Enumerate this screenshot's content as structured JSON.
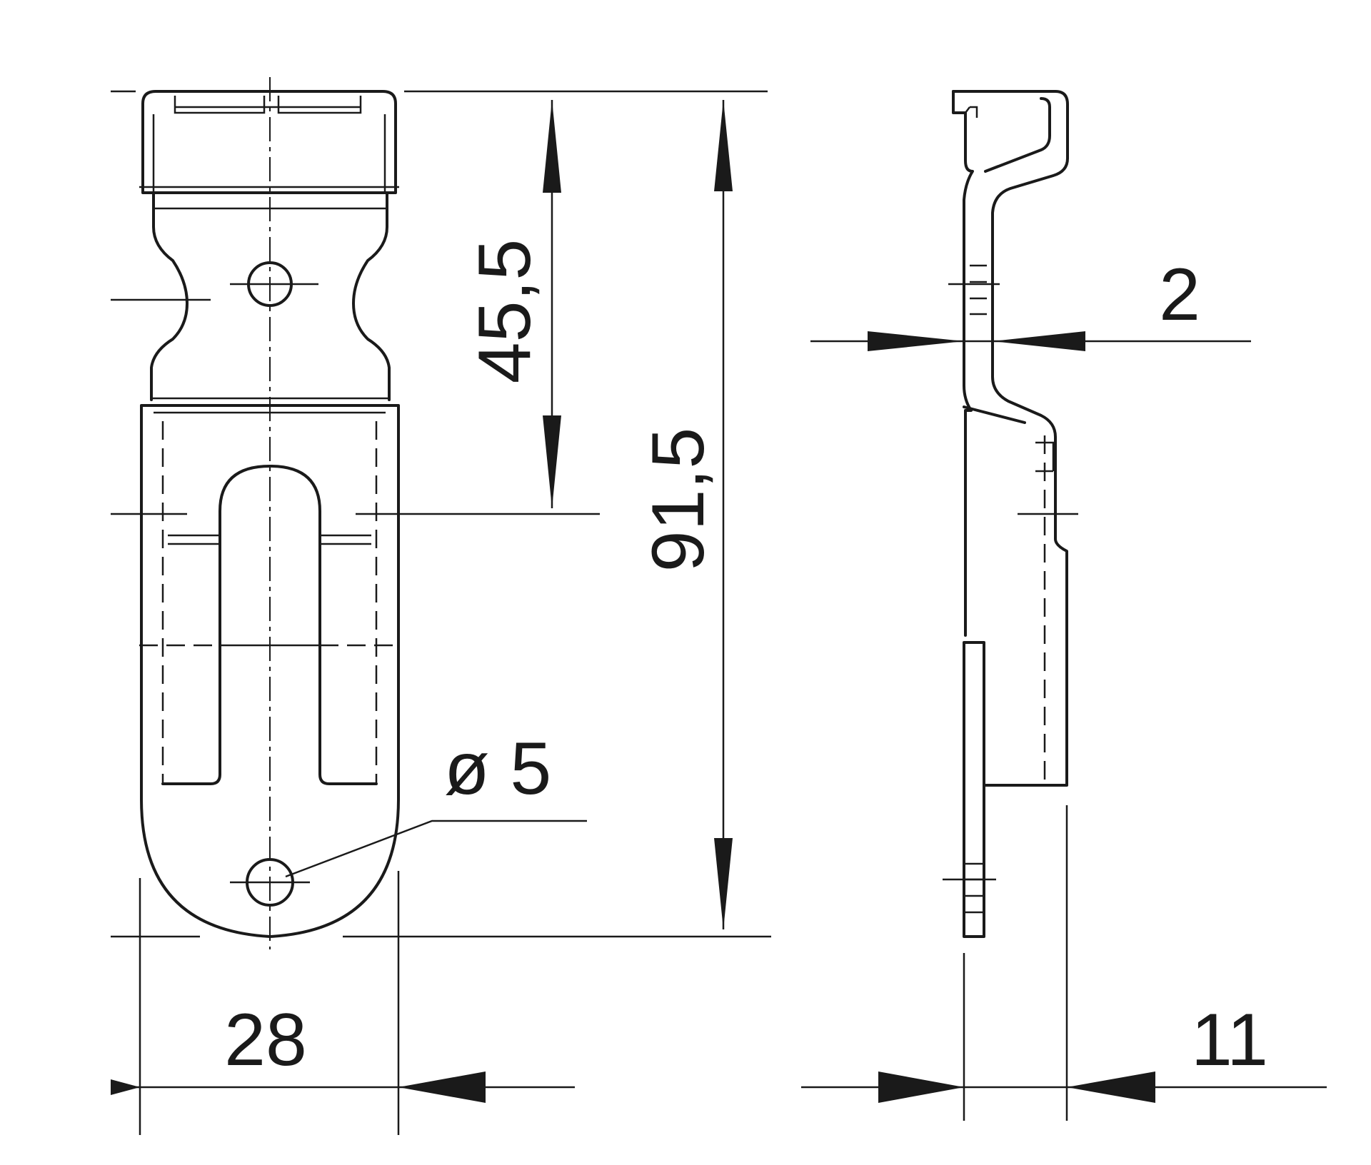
{
  "dimensions": {
    "total_height": "91,5",
    "hole_to_slot": "45,5",
    "width": "28",
    "hole_diameter": "ø 5",
    "thickness": "2",
    "depth": "11"
  }
}
